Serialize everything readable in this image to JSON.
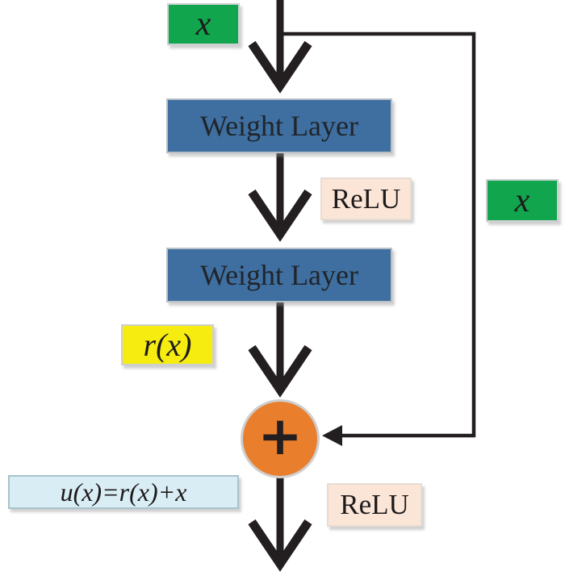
{
  "figure": {
    "description": "Residual block (ResNet skip connection) diagram",
    "nodes": {
      "input_label": "x",
      "weight_layer_1": "Weight Layer",
      "relu_after_layer1": "ReLU",
      "weight_layer_2": "Weight Layer",
      "residual_label": "r(x)",
      "identity_label": "x",
      "sum_symbol": "+",
      "output_equation": "u(x)=r(x)+x",
      "relu_after_sum": "ReLU"
    },
    "colors": {
      "input_box_bg": "#11A64D",
      "weight_layer_bg": "#3E6FA0",
      "relu_bg": "#FAE5D7",
      "residual_bg": "#F6EC10",
      "identity_bg": "#11A64D",
      "sum_circle_bg": "#E97E2D",
      "equation_bg": "#D9EDF4",
      "line_color": "#231F20"
    }
  }
}
